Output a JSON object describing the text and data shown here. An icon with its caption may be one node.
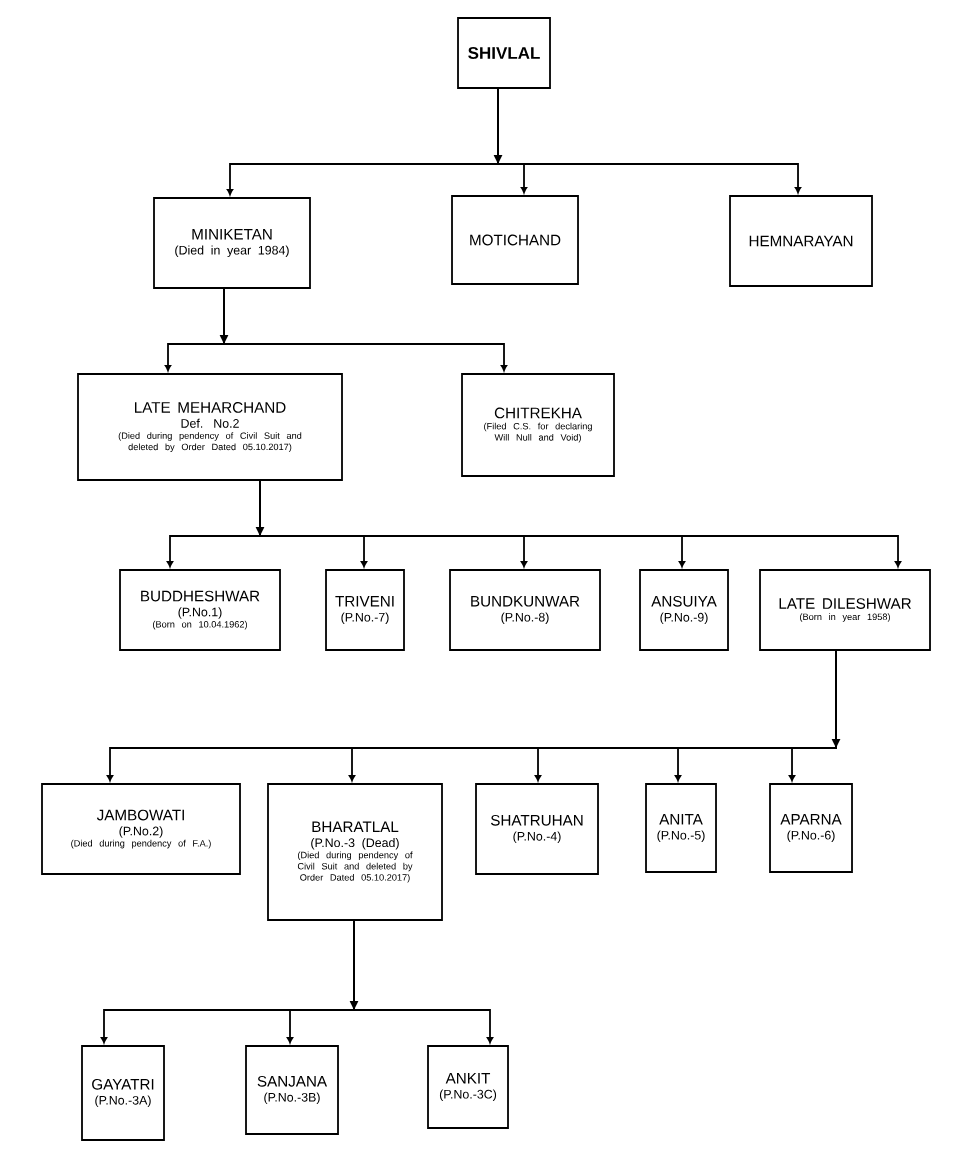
{
  "diagram": {
    "nodes": [
      {
        "text": [
          "SHIVLAL"
        ]
      },
      {
        "text": [
          "MINIKETAN",
          "(Died in year 1984)"
        ]
      },
      {
        "text": [
          "MOTICHAND"
        ]
      },
      {
        "text": [
          "HEMNARAYAN"
        ]
      },
      {
        "text": [
          "LATE MEHARCHAND",
          "Def. No.2",
          "(Died during pendency of Civil Suit and deleted by Order Dated 05.10.2017)"
        ]
      },
      {
        "text": [
          "CHITREKHA",
          "(Filed C.S. for declaring Will Null and Void)"
        ]
      },
      {
        "text": [
          "BUDDHESHWAR",
          "(P.No.1)",
          "(Born on 10.04.1962)"
        ]
      },
      {
        "text": [
          "TRIVENI",
          "(P.No.-7)"
        ]
      },
      {
        "text": [
          "BUNDKUNWAR",
          "(P.No.-8)"
        ]
      },
      {
        "text": [
          "ANSUIYA",
          "(P.No.-9)"
        ]
      },
      {
        "text": [
          "LATE DILESHWAR",
          "(Born in year 1958)"
        ]
      },
      {
        "text": [
          "JAMBOWATI",
          "(P.No.2)",
          "(Died during pendency of F.A.)"
        ]
      },
      {
        "text": [
          "BHARATLAL",
          "(P.No.-3 (Dead)",
          "(Died during pendency of Civil Suit and deleted by Order Dated 05.10.2017)"
        ]
      },
      {
        "text": [
          "SHATRUHAN",
          "(P.No.-4)"
        ]
      },
      {
        "text": [
          "ANITA",
          "(P.No.-5)"
        ]
      },
      {
        "text": [
          "APARNA",
          "(P.No.-6)"
        ]
      },
      {
        "text": [
          "GAYATRI",
          "(P.No.-3A)"
        ]
      },
      {
        "text": [
          "SANJANA",
          "(P.No.-3B)"
        ]
      },
      {
        "text": [
          "ANKIT",
          "(P.No.-3C)"
        ]
      }
    ],
    "edges": [
      {
        "from": 0,
        "to": 1,
        "arrow": "to"
      },
      {
        "from": 0,
        "to": 2,
        "arrow": "to"
      },
      {
        "from": 0,
        "to": 3,
        "arrow": "to"
      },
      {
        "from": 1,
        "to": 4,
        "arrow": "to"
      },
      {
        "from": 1,
        "to": 5,
        "arrow": "to"
      },
      {
        "from": 4,
        "to": 6,
        "arrow": "to"
      },
      {
        "from": 4,
        "to": 7,
        "arrow": "to"
      },
      {
        "from": 4,
        "to": 8,
        "arrow": "to"
      },
      {
        "from": 4,
        "to": 9,
        "arrow": "to"
      },
      {
        "from": 4,
        "to": 10,
        "arrow": "to"
      },
      {
        "from": 10,
        "to": 11,
        "arrow": "to"
      },
      {
        "from": 10,
        "to": 12,
        "arrow": "to"
      },
      {
        "from": 10,
        "to": 13,
        "arrow": "to"
      },
      {
        "from": 10,
        "to": 14,
        "arrow": "to"
      },
      {
        "from": 10,
        "to": 15,
        "arrow": "to"
      },
      {
        "from": 12,
        "to": 16,
        "arrow": "to"
      },
      {
        "from": 12,
        "to": 17,
        "arrow": "to"
      },
      {
        "from": 12,
        "to": 18,
        "arrow": "to"
      }
    ]
  }
}
